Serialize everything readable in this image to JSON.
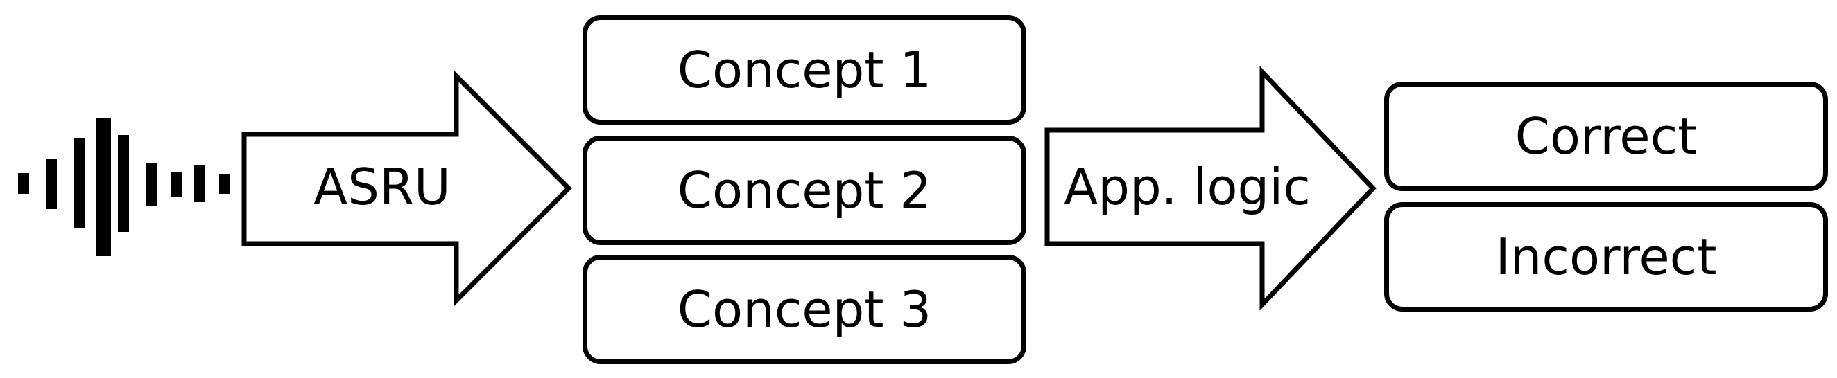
{
  "diagram": {
    "arrows": {
      "asru": "ASRU",
      "app_logic": "App. logic"
    },
    "concepts": [
      "Concept 1",
      "Concept 2",
      "Concept 3"
    ],
    "outcomes": {
      "correct": "Correct",
      "incorrect": "Incorrect"
    },
    "waveform_icon": "audio-waveform-icon"
  }
}
